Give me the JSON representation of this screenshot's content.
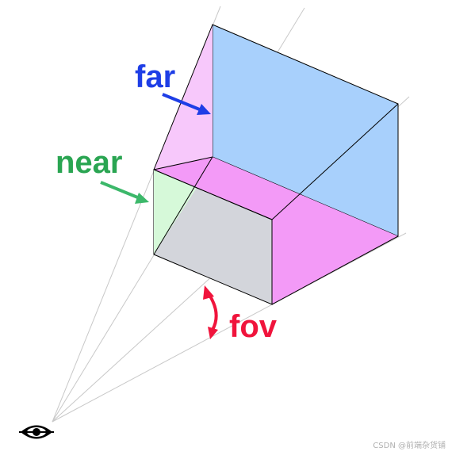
{
  "labels": {
    "far": "far",
    "near": "near",
    "fov": "fov"
  },
  "watermark": "CSDN @前端杂货铺",
  "icons": {
    "eye": "eye-icon"
  },
  "colors": {
    "far_label": "#1e3ee6",
    "near_label": "#2aa552",
    "fov_label": "#f0143c",
    "far_plane": "#a8d0fc",
    "side_left": "#f7c8fb",
    "side_bottom": "#f39af7",
    "near_plane": "#d3d5db",
    "near_side": "#d6f9d9",
    "edges": "#000000",
    "guide_lines": "#c8c8c8"
  }
}
